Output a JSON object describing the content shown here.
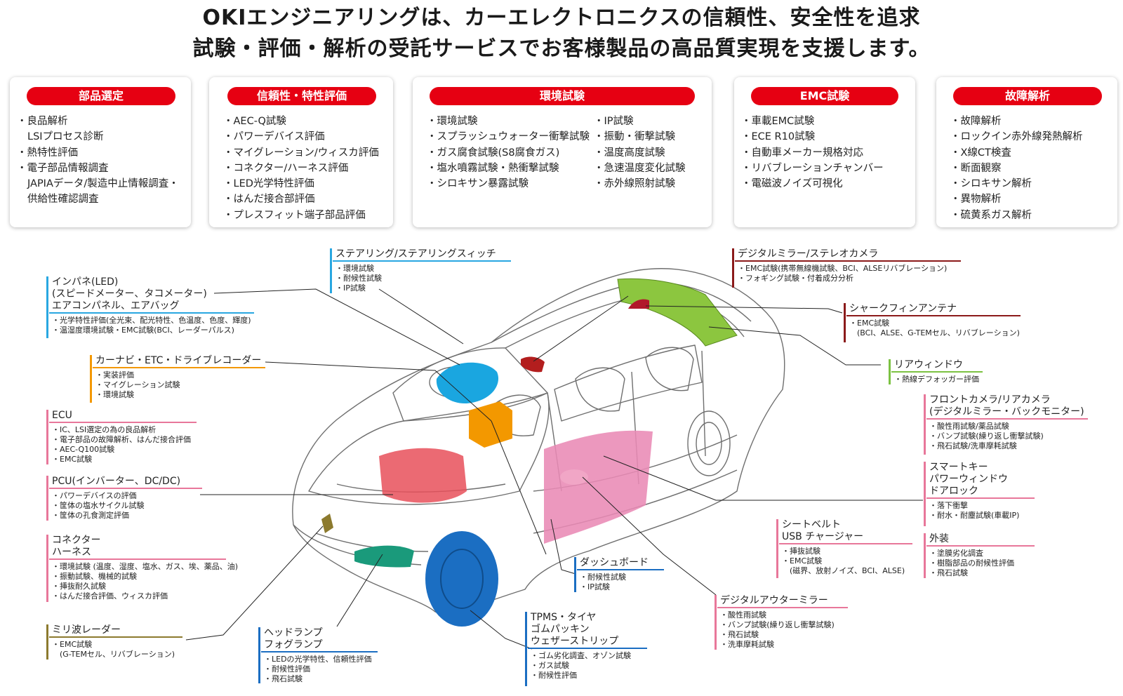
{
  "headline": {
    "line1": "OKIエンジニアリングは、カーエレクトロニクスの信頼性、安全性を追求",
    "line2": "試験・評価・解析の受託サービスでお客様製品の高品質実現を支援します。"
  },
  "accent_color": "#e60012",
  "services": [
    {
      "title": "部品選定",
      "items": [
        "良品解析",
        "LSIプロセス診断",
        "熱特性評価",
        "電子部品情報調査",
        "JAPIAデータ/製造中止情報調査・",
        "供給性確認調査"
      ]
    },
    {
      "title": "信頼性・特性評価",
      "items": [
        "AEC-Q試験",
        "パワーデバイス評価",
        "マイグレーション/ウィスカ評価",
        "コネクター/ハーネス評価",
        "LED光学特性評価",
        "はんだ接合部評価",
        "プレスフィット端子部品評価"
      ]
    },
    {
      "title": "環境試験",
      "col1": [
        "環境試験",
        "スプラッシュウォーター衝撃試験",
        "ガス腐食試験(S8腐食ガス)",
        "塩水噴霧試験・熱衝撃試験",
        "シロキサン暴露試験"
      ],
      "col2": [
        "IP試験",
        "振動・衝撃試験",
        "温度高度試験",
        "急速温度変化試験",
        "赤外線照射試験"
      ]
    },
    {
      "title": "EMC試験",
      "items": [
        "車載EMC試験",
        "ECE R10試験",
        "自動車メーカー規格対応",
        "リバブレーションチャンバー",
        "電磁波ノイズ可視化"
      ]
    },
    {
      "title": "故障解析",
      "items": [
        "故障解析",
        "ロックイン赤外線発熱解析",
        "X線CT検査",
        "断面観察",
        "シロキサン解析",
        "異物解析",
        "硫黄系ガス解析"
      ]
    }
  ],
  "parts": {
    "steering": {
      "title": "ステアリング/ステアリングスィッチ",
      "items": [
        "環境試験",
        "耐候性試験",
        "IP試験"
      ],
      "color": "#29a7e1"
    },
    "mirror": {
      "title": "デジタルミラー/ステレオカメラ",
      "items": [
        "EMC試験(携帯無線機試験、BCI、ALSEリバブレーション)",
        "フォギング試験・付着成分分析"
      ],
      "color": "#8b1a1a"
    },
    "instr": {
      "title1": "インパネ(LED)",
      "title2": "(スピードメーター、タコメーター)",
      "title3": "エアコンパネル、エアバッグ",
      "items": [
        "光学特性評価(全光束、配光特性、色温度、色度、輝度)",
        "温湿度環境試験・EMC試験(BCI、レーダーパルス)"
      ],
      "color": "#29a7e1"
    },
    "shark": {
      "title": "シャークフィンアンテナ",
      "items": [
        "EMC試験",
        "(BCI、ALSE、G-TEMセル、リバブレーション)"
      ],
      "color": "#8b1a1a"
    },
    "navi": {
      "title": "カーナビ・ETC・ドライブレコーダー",
      "items": [
        "実装評価",
        "マイグレーション試験",
        "環境試験"
      ],
      "color": "#f39800"
    },
    "rear": {
      "title": "リアウィンドウ",
      "items": [
        "熱線デフォッガー評価"
      ],
      "color": "#7cc242"
    },
    "ecu": {
      "title": "ECU",
      "items": [
        "IC、LSI選定の為の良品解析",
        "電子部品の故障解析、はんだ接合評価",
        "AEC-Q100試験",
        "EMC試験"
      ],
      "color": "#e8779a"
    },
    "camera": {
      "title1": "フロントカメラ/リアカメラ",
      "title2": "(デジタルミラー・バックモニター)",
      "items": [
        "酸性雨試験/薬品試験",
        "バンプ試験(繰り返し衝撃試験)",
        "飛石試験/洗車摩耗試験"
      ],
      "color": "#e8779a"
    },
    "pcu": {
      "title": "PCU(インバーター、DC/DC)",
      "items": [
        "パワーデバイスの評価",
        "筐体の塩水サイクル試験",
        "筐体の孔食測定評価"
      ],
      "color": "#e8779a"
    },
    "smart": {
      "title1": "スマートキー",
      "title2": "パワーウィンドウ",
      "title3": "ドアロック",
      "items": [
        "落下衝撃",
        "耐水・耐塵試験(車載IP)"
      ],
      "color": "#e8779a"
    },
    "seatbelt": {
      "title1": "シートベルト",
      "title2": "USB チャージャー",
      "items": [
        "挿抜試験",
        "EMC試験",
        "(磁界、放射ノイズ、BCI、ALSE)"
      ],
      "color": "#e8779a"
    },
    "exterior": {
      "title": "外装",
      "items": [
        "塗膜劣化調査",
        "樹脂部品の耐候性評価",
        "飛石試験"
      ],
      "color": "#e8779a"
    },
    "connector": {
      "title1": "コネクター",
      "title2": "ハーネス",
      "items": [
        "環境試験 (温度、湿度、塩水、ガス、埃、薬品、油)",
        "振動試験、機械的試験",
        "挿抜耐久試験",
        "はんだ接合評価、ウィスカ評価"
      ],
      "color": "#e8779a"
    },
    "dash": {
      "title": "ダッシュボード",
      "items": [
        "耐候性試験",
        "IP試験"
      ],
      "color": "#1b6ec2"
    },
    "outmirror": {
      "title": "デジタルアウターミラー",
      "items": [
        "酸性雨試験",
        "バンプ試験(繰り返し衝撃試験)",
        "飛石試験",
        "洗車摩耗試験"
      ],
      "color": "#e8779a"
    },
    "radar": {
      "title": "ミリ波レーダー",
      "items": [
        "EMC試験",
        "(G-TEMセル、リバブレーション)"
      ],
      "color": "#8c7a2e"
    },
    "head": {
      "title1": "ヘッドランプ",
      "title2": "フォグランプ",
      "items": [
        "LEDの光学特性、信頼性評価",
        "耐候性評価",
        "飛石試験"
      ],
      "color": "#1b6ec2"
    },
    "tire": {
      "title1": "TPMS・タイヤ",
      "title2": "ゴムパッキン",
      "title3": "ウェザーストリップ",
      "items": [
        "ゴム劣化調査、オゾン試験",
        "ガス試験",
        "耐候性評価"
      ],
      "color": "#1b6ec2"
    }
  }
}
